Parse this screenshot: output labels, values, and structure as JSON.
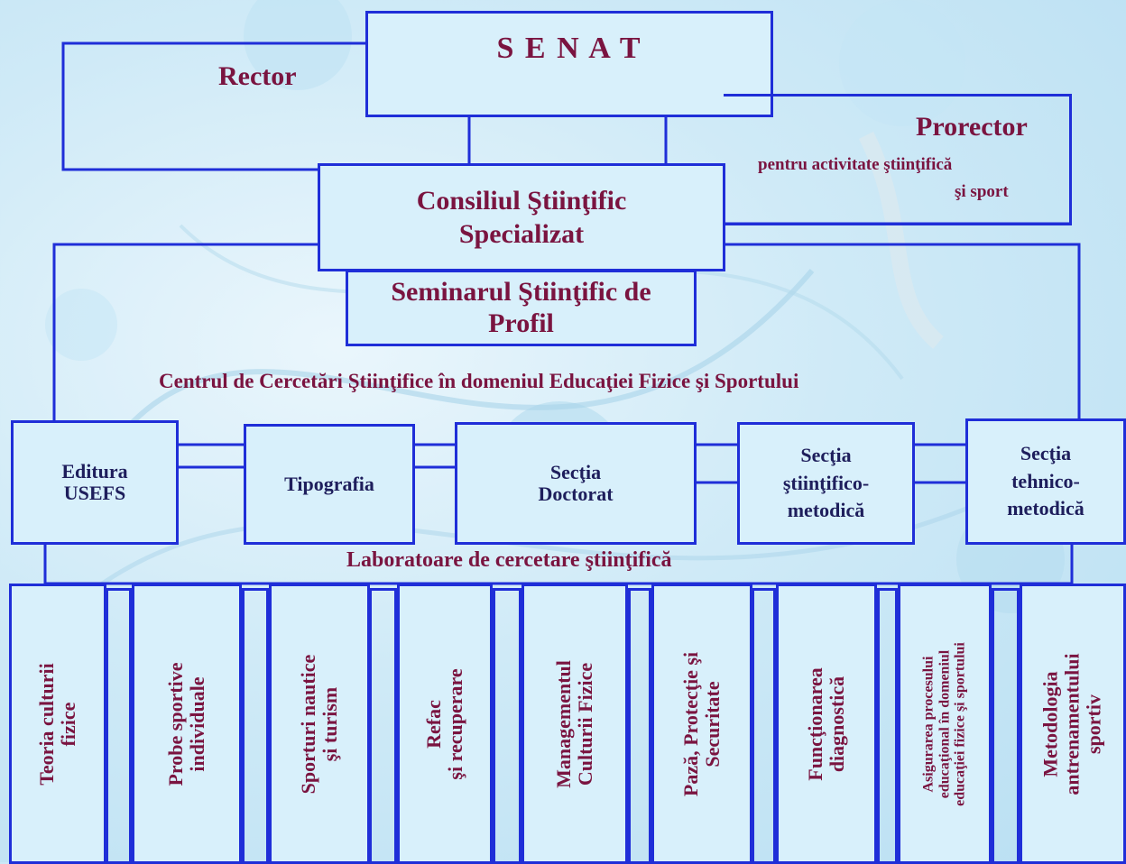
{
  "senat": "S E N A T",
  "rector": "Rector",
  "prorector": {
    "title": "Prorector",
    "line1": "pentru activitate ştiinţifică",
    "line2": "şi sport"
  },
  "consiliul": {
    "line1": "Consiliul Ştiinţific",
    "line2": "Specializat"
  },
  "seminar": {
    "line1": "Seminarul Ştiinţific de",
    "line2": "Profil"
  },
  "centru": "Centrul de Cercetări Ştiinţifice în domeniul Educaţiei Fizice şi Sportului",
  "sections": {
    "editura": {
      "line1": "Editura",
      "line2": "USEFS"
    },
    "tipografia": "Tipografia",
    "doctorat": {
      "line1": "Secţia",
      "line2": "Doctorat"
    },
    "stiintifico": {
      "line1": "Secţia",
      "line2": "ştiinţifico-",
      "line3": "metodică"
    },
    "tehnico": {
      "line1": "Secţia",
      "line2": "tehnico-",
      "line3": "metodică"
    }
  },
  "laboratoare_title": "Laboratoare de cercetare ştiinţifică",
  "labs": [
    {
      "line1": "Teoria culturii",
      "line2": "fizice",
      "line3": ""
    },
    {
      "line1": "Probe sportive",
      "line2": "individuale",
      "line3": ""
    },
    {
      "line1": "Sporturi nautice",
      "line2": "şi turism",
      "line3": ""
    },
    {
      "line1": "Refac",
      "line2": "şi recuperare",
      "line3": ""
    },
    {
      "line1": "Managementul",
      "line2": "Culturii Fizice",
      "line3": ""
    },
    {
      "line1": "Pază, Protecţie şi",
      "line2": "Securitate",
      "line3": ""
    },
    {
      "line1": "Funcţionarea",
      "line2": "diagnostică",
      "line3": ""
    },
    {
      "line1": "Asigurarea procesului",
      "line2": "educaţional în domeniul",
      "line3": "educaţiei fizice şi sportului"
    },
    {
      "line1": "Metodologia",
      "line2": "antrenamentului",
      "line3": "sportiv"
    }
  ],
  "colors": {
    "border": "#1f2ed8",
    "title_text": "#7a1440",
    "section_text": "#1e1e5c",
    "background": "#cfeaf7"
  }
}
